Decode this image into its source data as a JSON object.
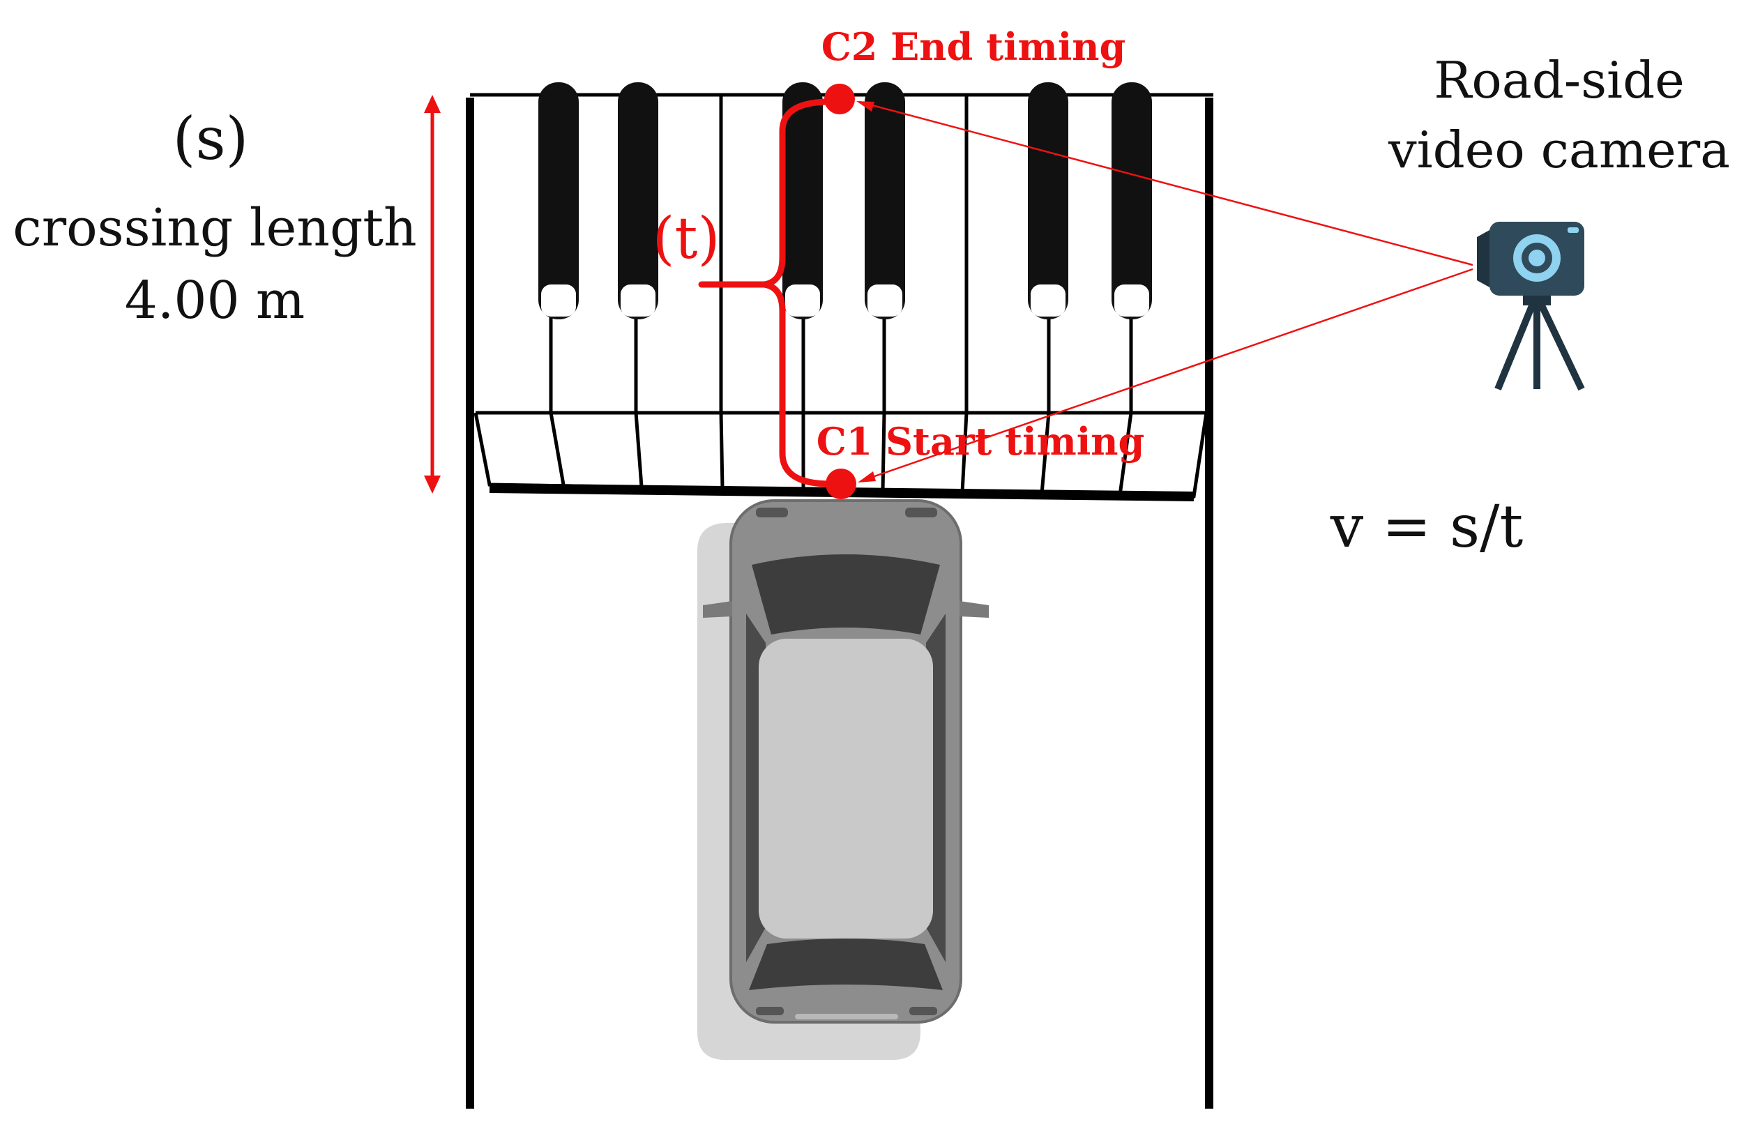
{
  "labels": {
    "s_symbol": "(s)",
    "crossing_length_title": "crossing length",
    "crossing_length_value": "4.00 m",
    "t_symbol": "(t)",
    "c2_label": "C2 End timing",
    "c1_label": "C1 Start timing",
    "camera_label_line1": "Road-side",
    "camera_label_line2": "video camera",
    "formula": "v = s/t"
  },
  "colors": {
    "accent_red": "#ee1111",
    "key_black": "#111111",
    "road_line": "#000000",
    "camera_body": "#2f4a5a",
    "camera_lens": "#8fd3f0",
    "car_body": "#8d8d8d",
    "car_dark": "#3d3d3d",
    "car_roof": "#c9c9c9",
    "car_shadow": "#d6d6d6"
  },
  "icons": {
    "camera": "video-camera-icon",
    "car": "car-top-view-icon"
  }
}
